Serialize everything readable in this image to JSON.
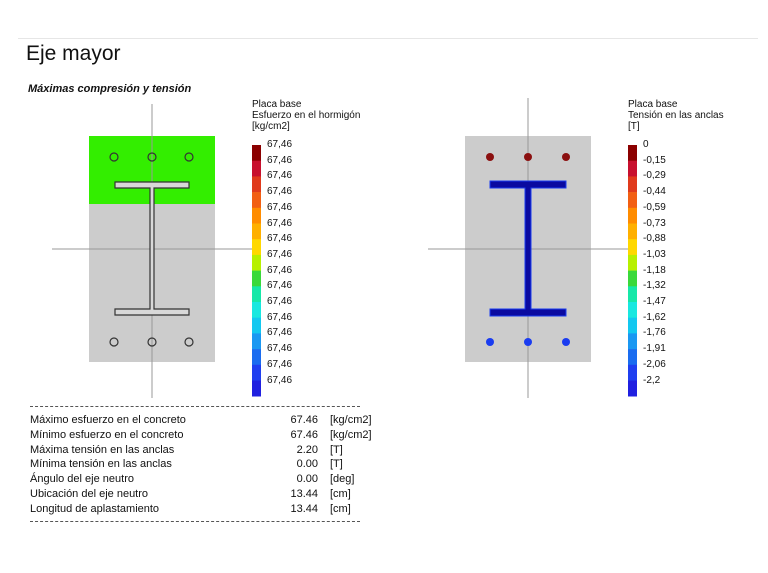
{
  "header": {
    "title": "Eje mayor"
  },
  "section": {
    "subtitle": "Máximas compresión y tensión"
  },
  "legend_left": {
    "lines": [
      "Placa base",
      "Esfuerzo en el hormigón",
      "[kg/cm2]"
    ],
    "values": [
      "67,46",
      "67,46",
      "67,46",
      "67,46",
      "67,46",
      "67,46",
      "67,46",
      "67,46",
      "67,46",
      "67,46",
      "67,46",
      "67,46",
      "67,46",
      "67,46",
      "67,46",
      "67,46"
    ]
  },
  "legend_right": {
    "lines": [
      "Placa base",
      "Tensión en las anclas",
      "[T]"
    ],
    "values": [
      "0",
      "-0,15",
      "-0,29",
      "-0,44",
      "-0,59",
      "-0,73",
      "-0,88",
      "-1,03",
      "-1,18",
      "-1,32",
      "-1,47",
      "-1,62",
      "-1,76",
      "-1,91",
      "-2,06",
      "-2,2"
    ]
  },
  "colors": {
    "scale": [
      "#8b0000",
      "#c8102e",
      "#e03a1c",
      "#f25f13",
      "#ff8c00",
      "#ffb000",
      "#ffd800",
      "#b7f000",
      "#3ad93a",
      "#16e8a8",
      "#19e8e0",
      "#13c8f0",
      "#1a98f2",
      "#1a6cf0",
      "#1f3ff0",
      "#2020e0"
    ],
    "plate": "#cccccc",
    "compression_zone": "#33ee00",
    "section_fill": "#0a0aa0",
    "anchor_tension": "#8b1010",
    "anchor_compression": "#1a3cf0"
  },
  "results": {
    "rows": [
      {
        "label": "Máximo esfuerzo en el concreto",
        "value": "67.46",
        "unit": "[kg/cm2]"
      },
      {
        "label": "Mínimo esfuerzo en el concreto",
        "value": "67.46",
        "unit": "[kg/cm2]"
      },
      {
        "label": "Máxima tensión en las anclas",
        "value": "2.20",
        "unit": "[T]"
      },
      {
        "label": "Mínima tensión en las anclas",
        "value": "0.00",
        "unit": "[T]"
      },
      {
        "label": "Ángulo del eje neutro",
        "value": "0.00",
        "unit": "[deg]"
      },
      {
        "label": "Ubicación del eje neutro",
        "value": "13.44",
        "unit": "[cm]"
      },
      {
        "label": "Longitud de aplastamiento",
        "value": "13.44",
        "unit": "[cm]"
      }
    ]
  }
}
